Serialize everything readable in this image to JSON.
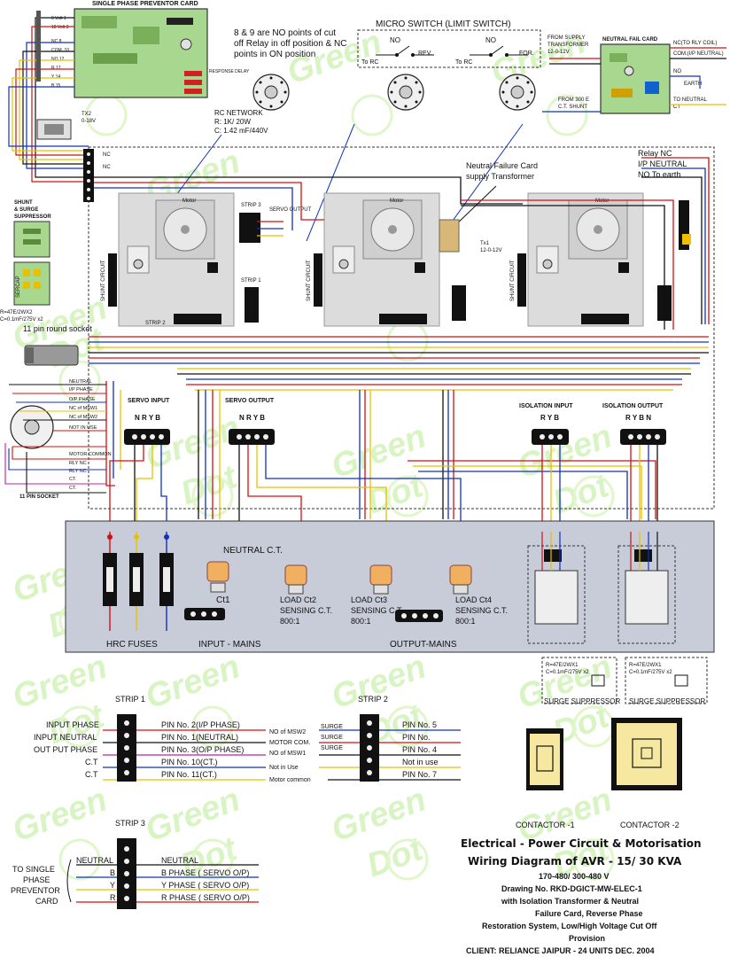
{
  "header_cards": {
    "preventor_title": "SINGLE PHASE PREVENTOR CARD",
    "preventor_pins": [
      "0 Volt 1",
      "18 Volt 3",
      "NC 8",
      "COM. 10",
      "NO 12",
      "R 17",
      "Y 14",
      "B 15"
    ],
    "response_delay": "RESPONSE DELAY",
    "tx2": "TX2",
    "tx2_volt": "0-18V",
    "note_line1": "8 & 9 are NO points of cut",
    "note_line2": "off Relay in off position & NC",
    "note_line3": "points in ON position",
    "micro_switch_title": "MICRO SWITCH (LIMIT SWITCH)",
    "ms_no1": "NO",
    "ms_no2": "NO",
    "ms_rev": "REV.",
    "ms_for": "FOR.",
    "ms_torc1": "To RC",
    "ms_torc2": "To RC",
    "from_supply": "FROM SUPPLY",
    "transformer": "TRANSFORMER",
    "tx_volt": "12-0-12V",
    "from_300e": "FROM 300 E",
    "ct_shunt": "C.T. SHUNT",
    "neutral_fail_title": "NEUTRAL FAIL CARD",
    "nf_rly": "NC(TO RLY COIL)",
    "nf_com": "COM.(I/P NEUTRAL)",
    "nf_no": "NO",
    "nf_earth": "EARTH",
    "nf_to_neutral": "TO NEUTRAL",
    "nf_ct": "CT"
  },
  "panel": {
    "rc_network": "RC NETWORK",
    "rc_r": "R: 1K/ 20W",
    "rc_c": "C: 1.42 mF/440V",
    "nf_supply1": "Neutral Failure Card",
    "nf_supply2": "supply Transformer",
    "relay_nc": "Relay NC",
    "ip_neutral": "I/P NEUTRAL",
    "no_earth": "NO To earth",
    "nc_label": "NC",
    "nc_label2": "NC",
    "shunt_title1": "SHUNT",
    "shunt_title2": "& SURGE",
    "shunt_title3": "SUPPRESSOR",
    "sercap": "SERCAP",
    "shunt_rc": "R=47E/2WX2",
    "shunt_c": "C=0.1mF/275V x2",
    "socket_top": "11 pin round socket",
    "motor": "Motor",
    "motor2": "Motor",
    "motor3": "Motor",
    "strip3": "STRIP 3",
    "servo_output_lbl": "SERVO OUTPUT",
    "strip1": "STRIP 1",
    "strip2": "STRIP 2",
    "shunt_circuit": "SHUNT CIRCUIT",
    "tx1": "Tx1",
    "tx1_volt": "12-0-12V",
    "socket_labels": [
      "NEUTRAL",
      "I/P PHASE",
      "O/P PHASE",
      "NC of MSW1",
      "NC of MSW2",
      "NOT IN USE",
      "MOTOR COMMON",
      "RLY NC",
      "RLY NC",
      "CT.",
      "CT."
    ],
    "socket_bottom": "11 PIN SOCKET",
    "servo_input": "SERVO INPUT",
    "servo_input_phases": "N R Y B",
    "servo_output": "SERVO OUTPUT",
    "servo_output_phases": "N R Y B",
    "isolation_input": "ISOLATION INPUT",
    "isolation_input_phases": "R Y B",
    "isolation_output": "ISOLATION OUTPUT",
    "isolation_output_phases": "R Y B N"
  },
  "mains": {
    "neutral_ct": "NEUTRAL C.T.",
    "ct1": "Ct1",
    "load_ct2": "LOAD Ct2",
    "load_ct3": "LOAD  Ct3",
    "load_ct4": "LOAD Ct4",
    "sensing": "SENSING C.T.",
    "ratio": "800:1",
    "hrc_fuses": "HRC FUSES",
    "input_mains": "INPUT - MAINS",
    "output_mains": "OUTPUT-MAINS",
    "suppressor_r": "R=47E/2WX1",
    "suppressor_c": "C=0.1mF/275V x2",
    "surge_suppressor": "SURGE SUPPRESSOR"
  },
  "strip1_table": {
    "title": "STRIP 1",
    "left": [
      "INPUT PHASE",
      "INPUT NEUTRAL",
      "OUT PUT PHASE",
      "C.T",
      "C.T"
    ],
    "right": [
      "PIN No. 2(I/P PHASE)",
      "PIN No. 1(NEUTRAL)",
      "PIN No. 3(O/P PHASE)",
      "PIN No. 10(CT.)",
      "PIN No. 11(CT.)"
    ]
  },
  "strip2_table": {
    "title": "STRIP 2",
    "left": [
      "NO of  MSW2",
      "MOTOR COM.",
      "NO of  MSW1",
      "Not in Use",
      "Motor common"
    ],
    "surge": "SURGE",
    "right": [
      "PIN No. 5",
      "PIN No.",
      "PIN No. 4",
      "Not in use",
      "PIN No. 7"
    ]
  },
  "strip3_table": {
    "title": "STRIP 3",
    "left_top": "NEUTRAL",
    "left_letters": [
      "B",
      "Y",
      "R"
    ],
    "to_card1": "TO SINGLE",
    "to_card2": "PHASE",
    "to_card3": "PREVENTOR",
    "to_card4": "CARD",
    "right": [
      "NEUTRAL",
      "B PHASE ( SERVO O/P)",
      "Y PHASE ( SERVO O/P)",
      "R PHASE ( SERVO O/P)"
    ]
  },
  "contactors": {
    "c1": "CONTACTOR -1",
    "c2": "CONTACTOR -2"
  },
  "title_block": {
    "line1": "Electrical - Power Circuit & Motorisation",
    "line2": "Wiring Diagram of AVR - 15/ 30 KVA",
    "line3": "170-480/ 300-480 V",
    "line4": "Drawing No. RKD-DGICT-MW-ELEC-1",
    "line5": "with Isolation Transformer & Neutral",
    "line6": "Failure Card, Reverse Phase",
    "line7": "Restoration System, Low/High Voltage Cut Off",
    "line8": "Provision",
    "line9": "CLIENT: RELIANCE JAIPUR - 24 UNITS DEC. 2004"
  },
  "watermark": {
    "green": "Green",
    "dot": "Dot"
  },
  "colors": {
    "red": "#d01010",
    "yellow": "#e8c000",
    "blue": "#1030c0",
    "black": "#111111",
    "panel": "#dcdcdc",
    "mains_box": "#c8ccd8",
    "card": "#b8e0a0",
    "watermark": "#c8f0a0"
  }
}
